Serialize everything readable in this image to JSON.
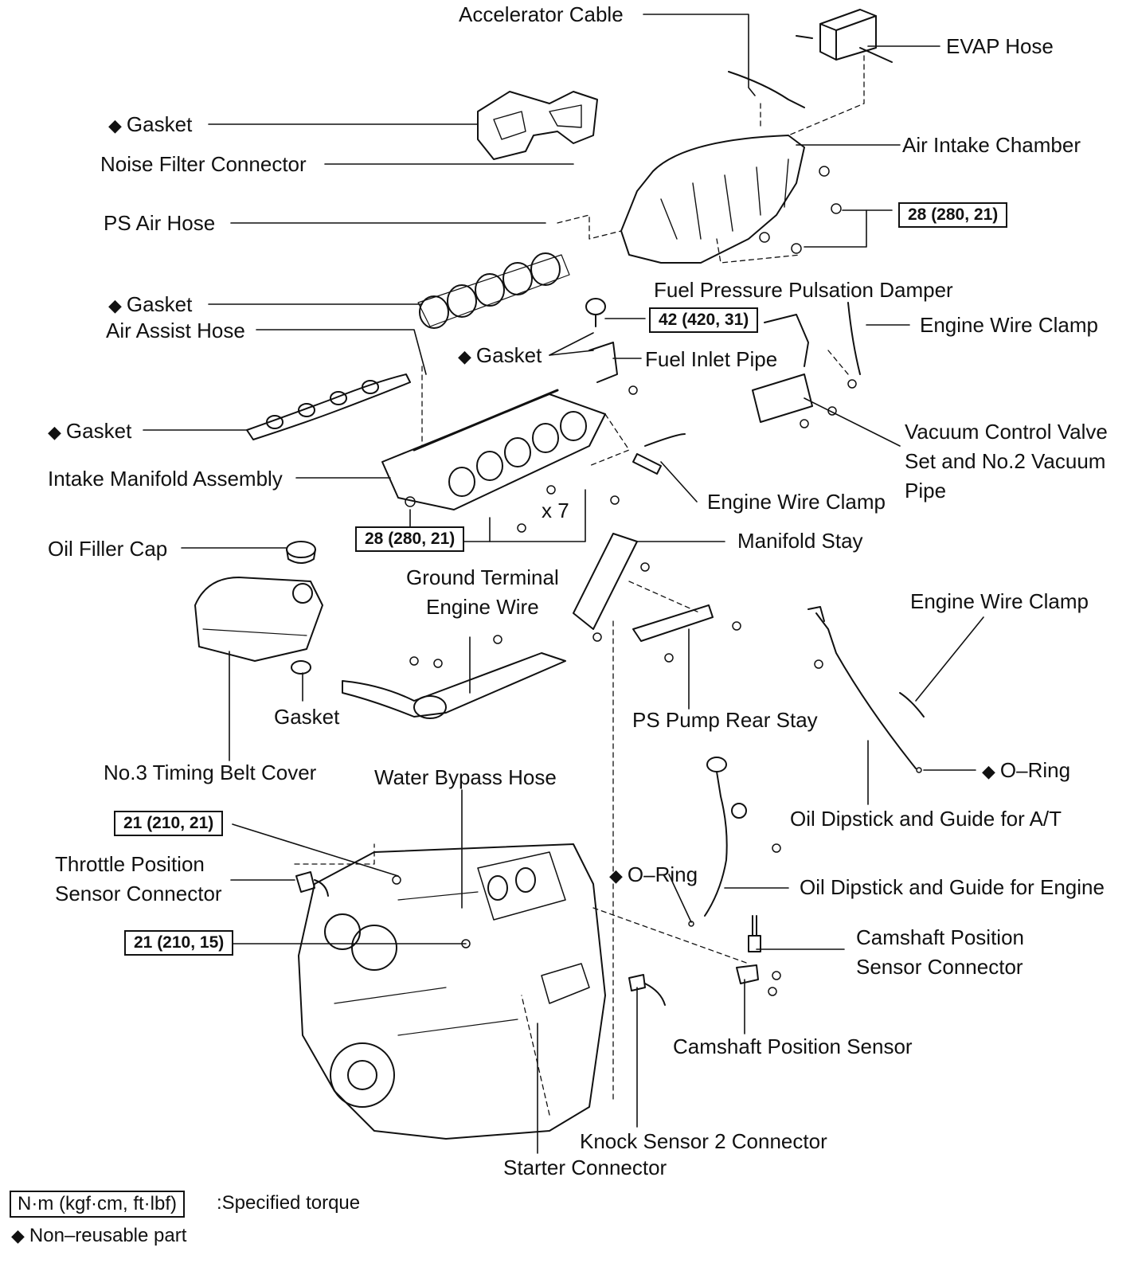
{
  "labels": {
    "accelerator_cable": "Accelerator Cable",
    "evap_hose": "EVAP Hose",
    "gasket_top": "Gasket",
    "noise_filter_connector": "Noise Filter Connector",
    "air_intake_chamber": "Air Intake Chamber",
    "ps_air_hose": "PS Air Hose",
    "gasket_2": "Gasket",
    "fuel_pressure_pulsation_damper": "Fuel Pressure Pulsation Damper",
    "air_assist_hose": "Air Assist Hose",
    "engine_wire_clamp_1": "Engine Wire Clamp",
    "gasket_3": "Gasket",
    "fuel_inlet_pipe": "Fuel Inlet Pipe",
    "gasket_4": "Gasket",
    "vacuum_control_valve": [
      "Vacuum Control Valve",
      "Set and No.2 Vacuum",
      "Pipe"
    ],
    "intake_manifold_assembly": "Intake Manifold Assembly",
    "engine_wire_clamp_2": "Engine Wire Clamp",
    "x7": "x 7",
    "oil_filler_cap": "Oil Filler Cap",
    "manifold_stay": "Manifold Stay",
    "ground_terminal_engine_wire": [
      "Ground Terminal",
      "Engine Wire"
    ],
    "engine_wire_clamp_3": "Engine Wire Clamp",
    "gasket_5": "Gasket",
    "ps_pump_rear_stay": "PS Pump Rear Stay",
    "no3_timing_belt_cover": "No.3 Timing Belt Cover",
    "water_bypass_hose": "Water Bypass Hose",
    "o_ring_1": "O–Ring",
    "oil_dipstick_at": "Oil Dipstick and Guide for A/T",
    "throttle_position_sensor_connector": [
      "Throttle Position",
      "Sensor Connector"
    ],
    "o_ring_2": "O–Ring",
    "oil_dipstick_engine": "Oil Dipstick and Guide for Engine",
    "camshaft_position_sensor_connector": [
      "Camshaft Position",
      "Sensor Connector"
    ],
    "camshaft_position_sensor": "Camshaft Position Sensor",
    "knock_sensor_2_connector": "Knock Sensor 2 Connector",
    "starter_connector": "Starter Connector"
  },
  "torques": {
    "t1": "28 (280, 21)",
    "t2": "42 (420, 31)",
    "t3": "28 (280, 21)",
    "t4": "21 (210, 21)",
    "t5": "21 (210, 15)"
  },
  "legend": {
    "torque_unit": "N·m (kgf·cm, ft·lbf)",
    "torque_desc": ":Specified torque",
    "nonreusable_symbol": "◆",
    "nonreusable_desc": "Non–reusable part"
  },
  "colors": {
    "ink": "#111111",
    "background": "#ffffff"
  }
}
